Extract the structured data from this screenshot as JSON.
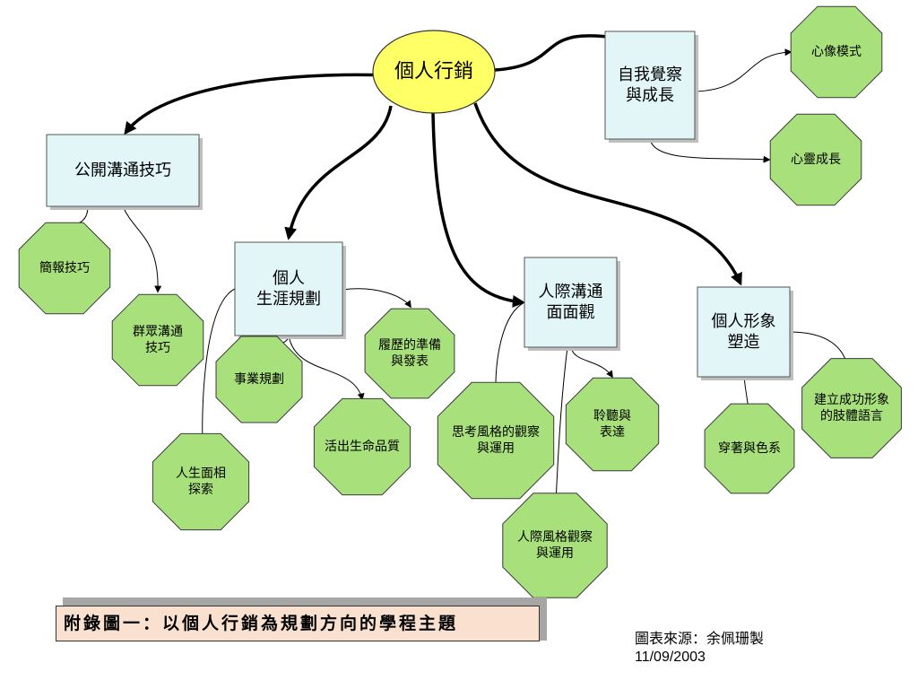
{
  "colors": {
    "main_fill": "#ffff66",
    "topic_fill": "#e2f5f7",
    "leaf_fill": "#a8e07c",
    "caption_fill": "#f9e0cf",
    "line": "#000000"
  },
  "diagram": {
    "main": {
      "id": "main",
      "lines": [
        "個人行銷"
      ]
    },
    "topics": [
      {
        "id": "t1",
        "lines": [
          "公開溝通技巧"
        ]
      },
      {
        "id": "t2",
        "lines": [
          "個人",
          "生涯規劃"
        ]
      },
      {
        "id": "t3",
        "lines": [
          "人際溝通",
          "面面觀"
        ]
      },
      {
        "id": "t4",
        "lines": [
          "個人形象",
          "塑造"
        ]
      },
      {
        "id": "t5",
        "lines": [
          "自我覺察",
          "與成長"
        ]
      }
    ],
    "leaves": [
      {
        "id": "l1",
        "parent": "t1",
        "lines": [
          "簡報技巧"
        ]
      },
      {
        "id": "l2",
        "parent": "t1",
        "lines": [
          "群眾溝通",
          "技巧"
        ]
      },
      {
        "id": "l3",
        "parent": "t2",
        "lines": [
          "事業規劃"
        ]
      },
      {
        "id": "l4",
        "parent": "t2",
        "lines": [
          "活出生命品質"
        ]
      },
      {
        "id": "l5",
        "parent": "t2",
        "lines": [
          "人生面相",
          "探索"
        ]
      },
      {
        "id": "l6",
        "parent": "t2",
        "lines": [
          "履歷的準備",
          "與發表"
        ]
      },
      {
        "id": "l7",
        "parent": "t3",
        "lines": [
          "思考風格的觀察",
          "與運用"
        ]
      },
      {
        "id": "l8",
        "parent": "t3",
        "lines": [
          "聆聽與",
          "表達"
        ]
      },
      {
        "id": "l9",
        "parent": "t3",
        "lines": [
          "人際風格觀察",
          "與運用"
        ]
      },
      {
        "id": "l10",
        "parent": "t4",
        "lines": [
          "穿著與色系"
        ]
      },
      {
        "id": "l11",
        "parent": "t4",
        "lines": [
          "建立成功形象",
          "的肢體語言"
        ]
      },
      {
        "id": "l12",
        "parent": "t5",
        "lines": [
          "心像模式"
        ]
      },
      {
        "id": "l13",
        "parent": "t5",
        "lines": [
          "心靈成長"
        ]
      }
    ]
  },
  "caption": "附錄圖一：以個人行銷為規劃方向的學程主題",
  "source": {
    "line1": "圖表來源：余佩珊製",
    "line2": "11/09/2003"
  }
}
